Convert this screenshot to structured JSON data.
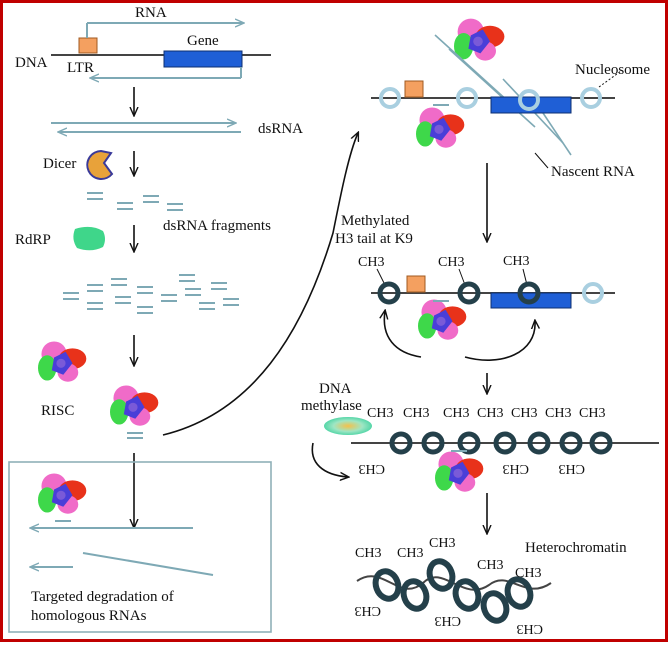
{
  "labels": {
    "rna": "RNA",
    "dna": "DNA",
    "ltr": "LTR",
    "gene": "Gene",
    "dsrna": "dsRNA",
    "dicer": "Dicer",
    "dsrna_fragments": "dsRNA fragments",
    "rdrp": "RdRP",
    "risc": "RISC",
    "targeted_1": "Targeted degradation of",
    "targeted_2": "homologous RNAs",
    "nucleosome": "Nucleosome",
    "nascent_rna": "Nascent RNA",
    "methylated_1": "Methylated",
    "methylated_2": "H3 tail at K9",
    "ch3": "CH3",
    "dna_methylase_1": "DNA",
    "dna_methylase_2": "methylase",
    "heterochromatin": "Heterochromatin"
  },
  "colors": {
    "frame": "#c00000",
    "ltr": "#f4a060",
    "gene": "#1f5fd6",
    "nucleosome_light": "#a9cfe0",
    "nucleosome_dark": "#24404a",
    "rna_strand": "#7ea9b5",
    "dicer": "#e8a23a",
    "rdrp": "#3fd68a",
    "risc_pink": "#f06bc8",
    "risc_red": "#e8321a",
    "risc_green": "#3ed84a",
    "risc_blue": "#4a3ed8"
  }
}
